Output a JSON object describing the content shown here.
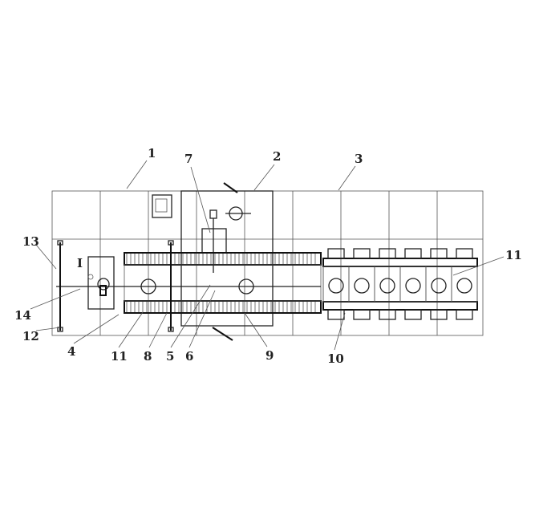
{
  "figure": {
    "labels": {
      "l1": "1",
      "l2": "2",
      "l3": "3",
      "l4": "4",
      "l5": "5",
      "l6": "6",
      "l7": "7",
      "l8": "8",
      "l9": "9",
      "l10": "10",
      "l11a": "11",
      "l11b": "11",
      "l12": "12",
      "l13": "13",
      "l14": "14",
      "detail": "I"
    },
    "colors": {
      "ink": "#222222",
      "background": "#ffffff"
    }
  }
}
